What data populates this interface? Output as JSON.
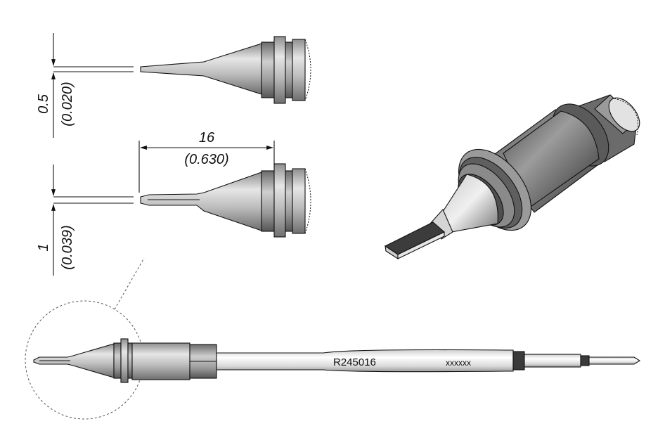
{
  "dimensions": {
    "tip_width_1": {
      "mm": "0.5",
      "inch": "(0.020)"
    },
    "tip_width_2": {
      "mm": "1",
      "inch": "(0.039)"
    },
    "tip_length": {
      "mm": "16",
      "inch": "(0.630)"
    }
  },
  "cartridge": {
    "part_number": "R245016",
    "serial": "xxxxxx"
  }
}
